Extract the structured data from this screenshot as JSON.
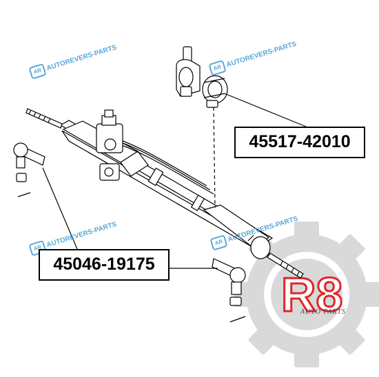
{
  "parts": {
    "boot_part_number": "45517-42010",
    "tie_rod_end_part_number": "45046-19175"
  },
  "watermarks": {
    "text": "AUTOREVERS-PARTS",
    "badge": "AR"
  },
  "logo": {
    "mark": "R8",
    "subtitle": "AUTO PARTS",
    "gear_color": "#d9d9d9",
    "accent_color": "#e0262a"
  },
  "colors": {
    "line": "#000000",
    "watermark": "#5aa7d8"
  }
}
